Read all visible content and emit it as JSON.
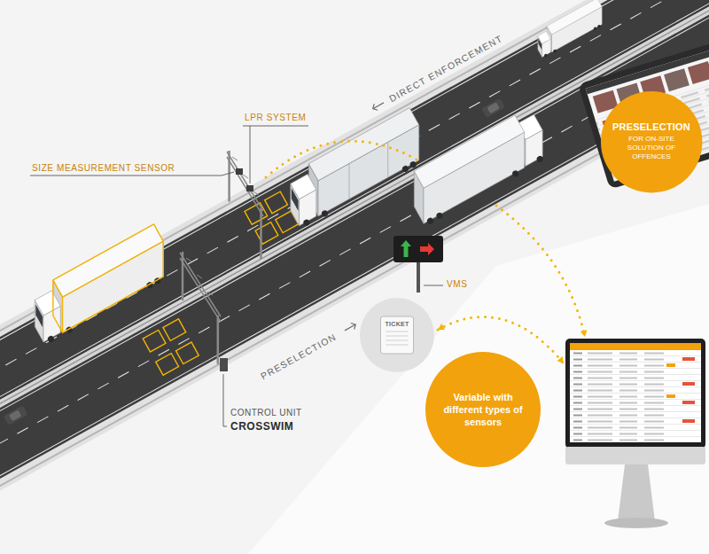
{
  "diagram": {
    "nodes": [
      {
        "text": [
          "PRESELECTION",
          "FOR ON-SITE SOLUTION OF OFFENCES"
        ]
      },
      {
        "text": [
          "TICKET"
        ]
      },
      {
        "text": [
          "Variable with different types of sensors"
        ]
      }
    ],
    "labels": [
      "SIZE MEASUREMENT SENSOR",
      "LPR SYSTEM",
      "DIRECT ENFORCEMENT",
      "PRESELECTION",
      "VMS",
      "CONTROL UNIT",
      "CROSSWIM"
    ]
  }
}
